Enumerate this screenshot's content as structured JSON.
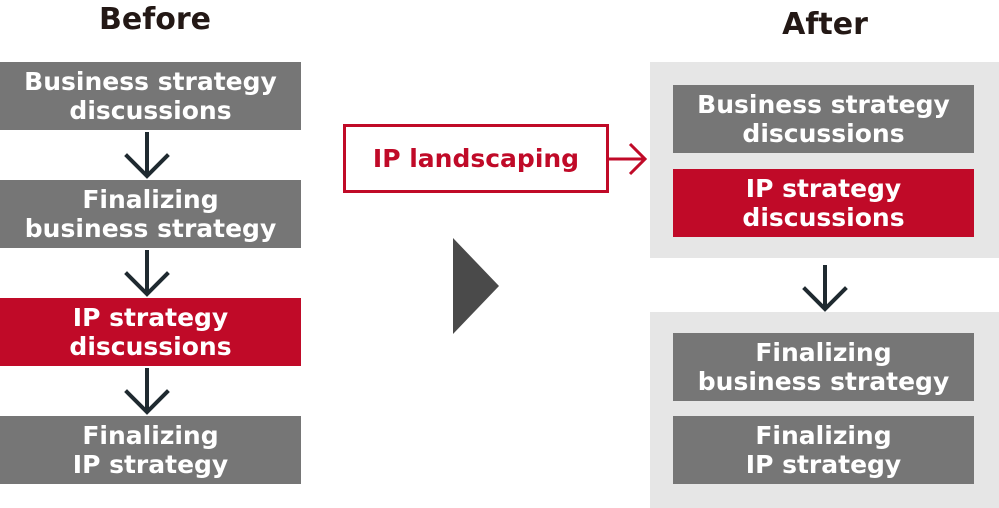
{
  "before": {
    "heading": "Before",
    "steps": [
      {
        "label": "Business strategy\ndiscussions",
        "color": "gray"
      },
      {
        "label": "Finalizing\nbusiness strategy",
        "color": "gray"
      },
      {
        "label": "IP strategy\ndiscussions",
        "color": "red"
      },
      {
        "label": "Finalizing\nIP strategy",
        "color": "gray"
      }
    ]
  },
  "input": {
    "label": "IP landscaping"
  },
  "after": {
    "heading": "After",
    "group1": [
      {
        "label": "Business strategy\ndiscussions",
        "color": "gray"
      },
      {
        "label": "IP strategy\ndiscussions",
        "color": "red"
      }
    ],
    "group2": [
      {
        "label": "Finalizing\nbusiness strategy",
        "color": "gray"
      },
      {
        "label": "Finalizing\nIP strategy",
        "color": "gray"
      }
    ]
  },
  "colors": {
    "gray": "#767676",
    "red": "#c00a28",
    "panel": "#e6e6e6",
    "arrow": "#1f2a30",
    "triangle": "#4a4a4a"
  }
}
